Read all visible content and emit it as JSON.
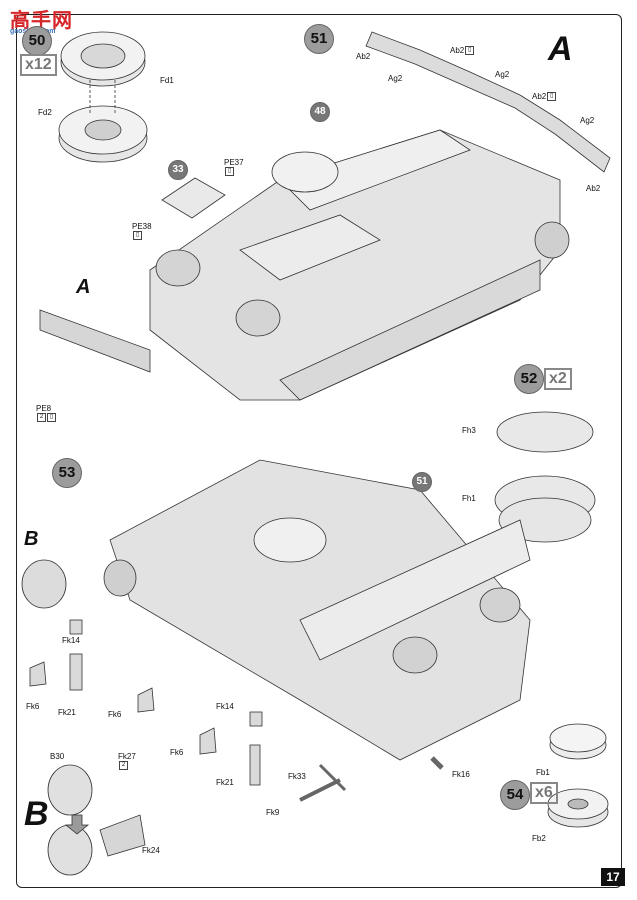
{
  "watermark": {
    "text": "高手网",
    "url": "gaoshou.com"
  },
  "page_number": "17",
  "steps": {
    "s50": "50",
    "s50_mult": "x12",
    "s51": "51",
    "s48": "48",
    "s33": "33",
    "s52": "52",
    "s52_mult": "x2",
    "s53": "53",
    "s51b": "51",
    "s54": "54",
    "s54_mult": "x6"
  },
  "letters": {
    "A_big": "A",
    "A_mid": "A",
    "B_mid": "B",
    "B_big": "B"
  },
  "labels": {
    "fd1": "Fd1",
    "fd2": "Fd2",
    "ab2_1": "Ab2",
    "ag2_1": "Ag2",
    "ab2_2": "Ab2",
    "ag2_2": "Ag2",
    "ab2_3": "Ab2",
    "ag2_3": "Ag2",
    "ab2_4": "Ab2",
    "pe37": "PE37",
    "pe38": "PE38",
    "pe8": "PE8",
    "fh3": "Fh3",
    "fh1": "Fh1",
    "fk14a": "Fk14",
    "fk6a": "Fk6",
    "fk21a": "Fk21",
    "fk6b": "Fk6",
    "fk14b": "Fk14",
    "fk6c": "Fk6",
    "fk21b": "Fk21",
    "fk33": "Fk33",
    "fk9": "Fk9",
    "fk16": "Fk16",
    "b30": "B30",
    "fk27": "Fk27",
    "fk24": "Fk24",
    "fb1": "Fb1",
    "fb2": "Fb2"
  },
  "icons": [
    "pe-bend-icon",
    "x2-icon"
  ]
}
